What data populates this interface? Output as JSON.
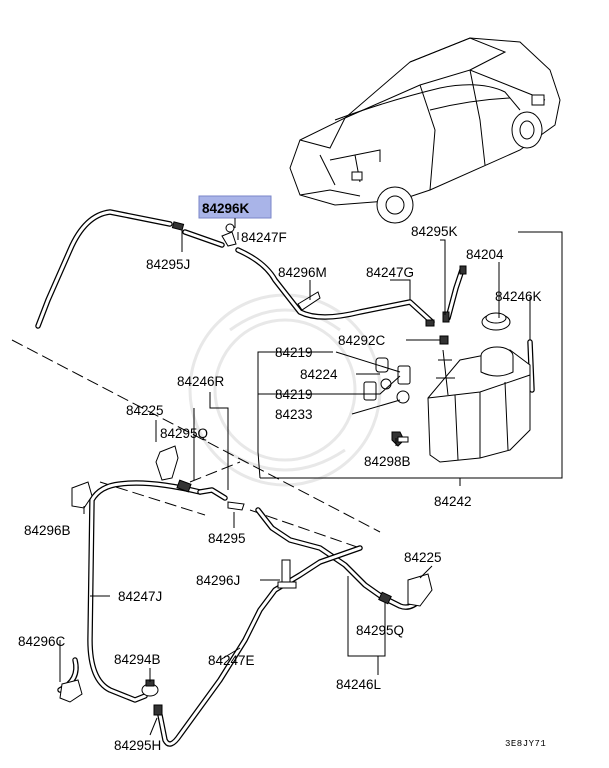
{
  "diagram_code": "3E8JY71",
  "selected_part": "84296K",
  "callouts": {
    "p84296K": "84296K",
    "p84247F": "84247F",
    "p84295J": "84295J",
    "p84296M": "84296M",
    "p84247G": "84247G",
    "p84295K": "84295K",
    "p84204": "84204",
    "p84246K": "84246K",
    "p84292C": "84292C",
    "p84219a": "84219",
    "p84224": "84224",
    "p84219b": "84219",
    "p84233": "84233",
    "p84298B": "84298B",
    "p84242": "84242",
    "p84246R": "84246R",
    "p84225a": "84225",
    "p84295Q_a": "84295Q",
    "p84296B": "84296B",
    "p84295": "84295",
    "p84225b": "84225",
    "p84296J": "84296J",
    "p84247J": "84247J",
    "p84295Q_b": "84295Q",
    "p84296C": "84296C",
    "p84294B": "84294B",
    "p84247E": "84247E",
    "p84246L": "84246L",
    "p84295H": "84295H"
  },
  "colors": {
    "highlight": "#a9b4e8",
    "line": "#000000"
  }
}
